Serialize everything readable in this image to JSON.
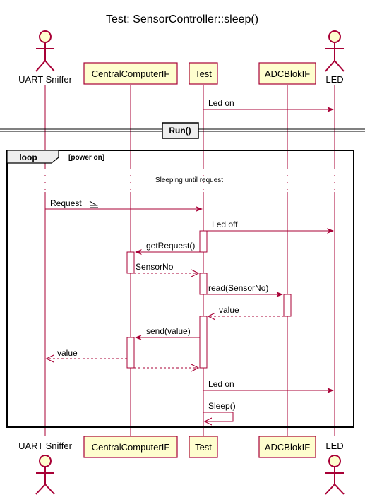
{
  "title": "Test: SensorController::sleep()",
  "participants": {
    "uart": "UART Sniffer",
    "cc": "CentralComputerIF",
    "test": "Test",
    "adc": "ADCBlokIF",
    "led": "LED"
  },
  "messages": {
    "led_on_1": "Led on",
    "request": "Request",
    "led_off": "Led off",
    "get_request": "getRequest()",
    "sensor_no": "SensorNo",
    "read": "read(SensorNo)",
    "value_adc": "value",
    "send": "send(value)",
    "value_uart": "value",
    "led_on_2": "Led on",
    "sleep": "Sleep()"
  },
  "divider": "Run()",
  "loop": {
    "keyword": "loop",
    "condition": "[power on]"
  },
  "delay_text": "Sleeping until request",
  "colors": {
    "participant_fill": "#FEFECE",
    "participant_border": "#A80036",
    "lifeline": "#A80036",
    "arrow": "#A80036",
    "actor_fill": "#FEFECE",
    "frame": "#000000"
  }
}
